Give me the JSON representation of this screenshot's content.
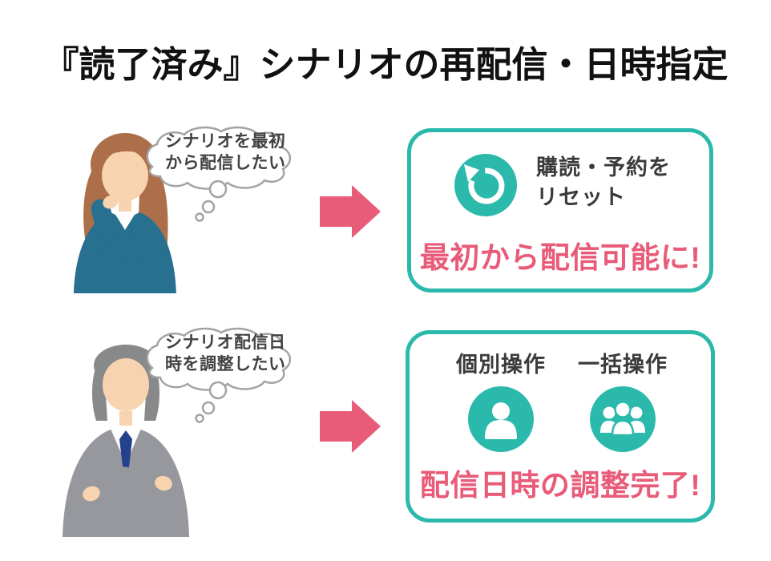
{
  "title": "『読了済み』シナリオの再配信・日時指定",
  "colors": {
    "teal": "#2BB9AC",
    "pink": "#E95C79",
    "dark_text": "#3B3B3B",
    "title_text": "#111111",
    "bubble_outline": "#A3A3A3"
  },
  "rows": [
    {
      "persona": "thinking-woman-illustration",
      "bubble_lines": [
        "シナリオを最初",
        "から配信したい"
      ],
      "arrow_icon": "arrow-right-icon",
      "card": {
        "icon": "reset-icon",
        "label_lines": [
          "購読・予約を",
          "リセット"
        ],
        "highlight": "最初から配信可能に!"
      }
    },
    {
      "persona": "thinking-man-illustration",
      "bubble_lines": [
        "シナリオ配信日",
        "時を調整したい"
      ],
      "arrow_icon": "arrow-right-icon",
      "card": {
        "columns": [
          {
            "label": "個別操作",
            "icon": "single-user-icon"
          },
          {
            "label": "一括操作",
            "icon": "group-users-icon"
          }
        ],
        "highlight": "配信日時の調整完了!"
      }
    }
  ]
}
